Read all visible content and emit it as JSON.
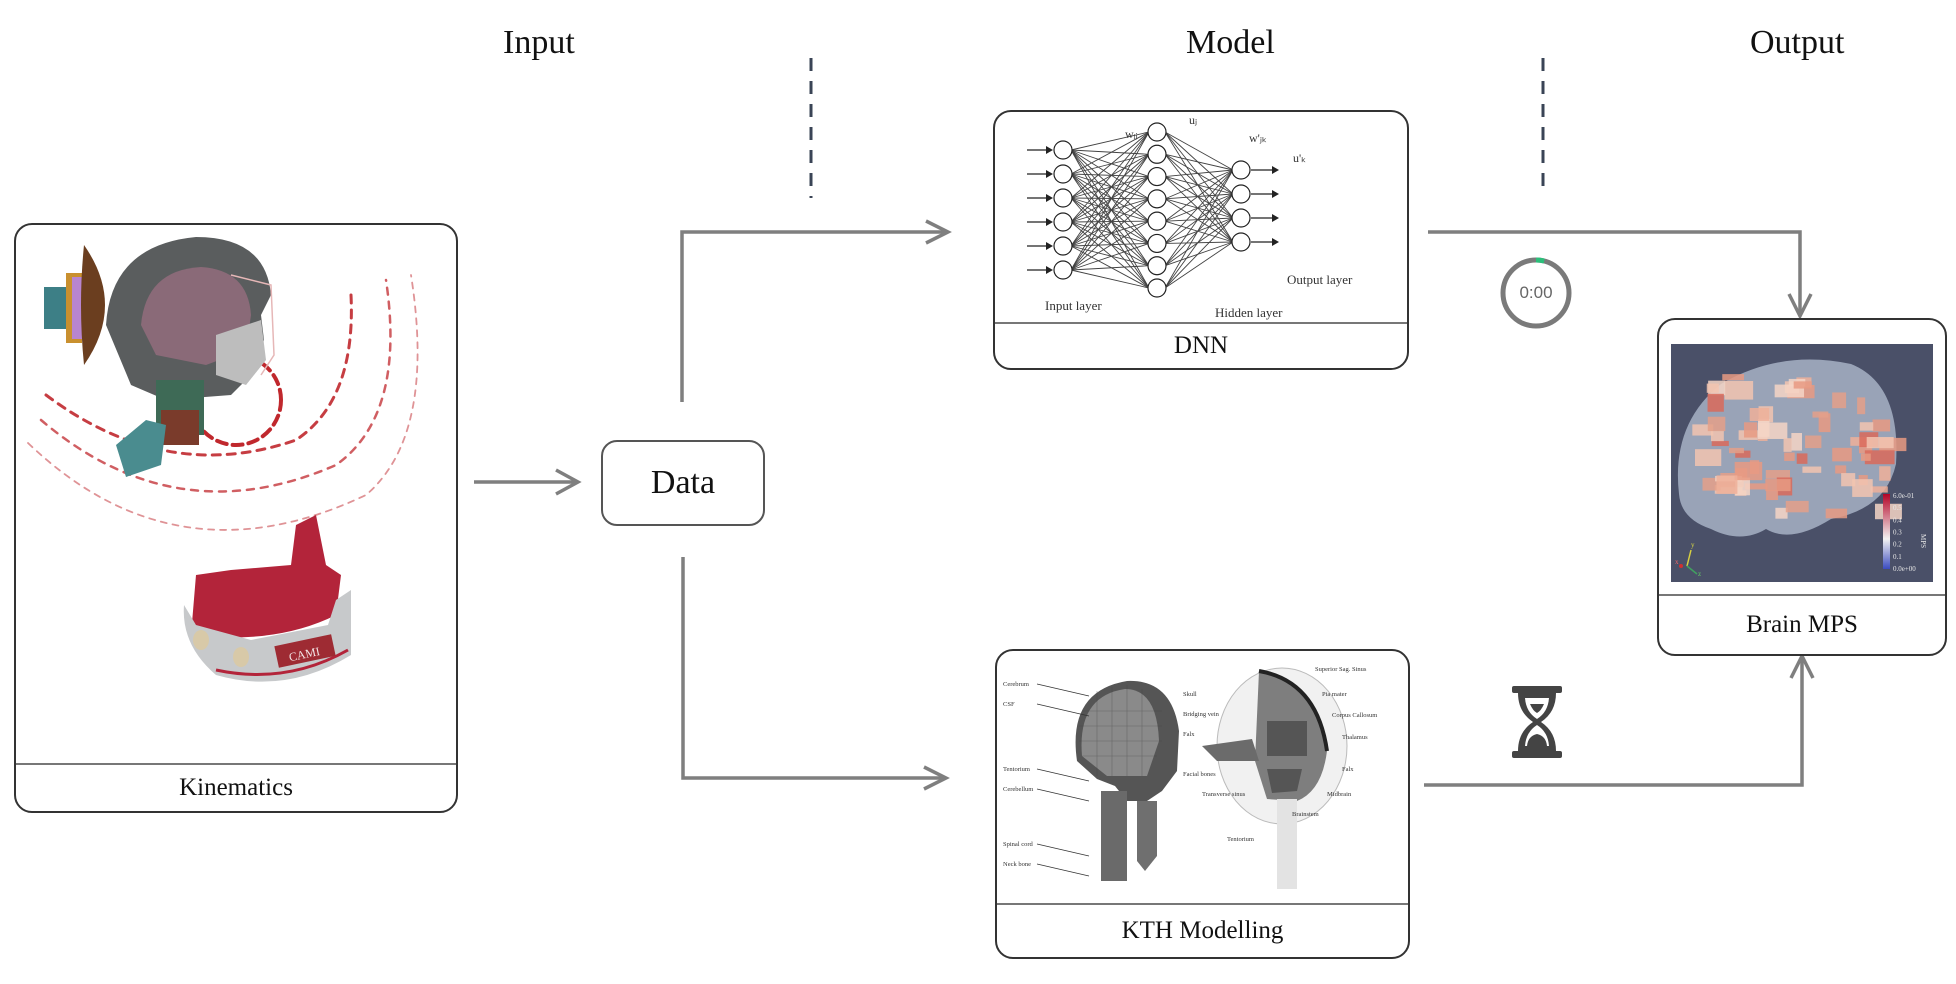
{
  "stages": {
    "input": "Input",
    "model": "Model",
    "output": "Output"
  },
  "nodes": {
    "kinematics": {
      "caption": "Kinematics",
      "mouthguard_brand": "CAMI"
    },
    "data": {
      "label": "Data"
    },
    "dnn": {
      "caption": "DNN",
      "figure": {
        "input_layer_label": "Input layer",
        "hidden_layer_label": "Hidden layer",
        "output_layer_label": "Output layer",
        "weight_in_label": "wᵢⱼ",
        "weight_out_label": "w'ⱼₖ",
        "hidden_unit_label": "uⱼ",
        "output_unit_label": "u'ₖ",
        "input_nodes": 6,
        "hidden_nodes": 8,
        "output_nodes": 4
      }
    },
    "kth": {
      "caption": "KTH Modelling",
      "left_labels": [
        "Cerebrum",
        "CSF",
        "Tentorium",
        "Cerebellum",
        "Spinal cord",
        "Neck bone"
      ],
      "middle_labels": [
        "Skull",
        "Bridging vein",
        "Falx",
        "Facial bones"
      ],
      "right_labels": [
        "Superior Sag. Sinus",
        "Pia mater",
        "Corpus Callosum",
        "Thalamus",
        "Falx",
        "Midbrain",
        "Brainstem",
        "Tentorium",
        "Transverse sinus"
      ]
    },
    "brain_mps": {
      "caption": "Brain MPS",
      "colorbar": {
        "title": "MPS",
        "ticks": [
          "6.0e-01",
          "0.5",
          "0.4",
          "0.3",
          "0.2",
          "0.1",
          "0.0e+00"
        ],
        "min_color": "#3b4cc0",
        "mid_color": "#f2f2f2",
        "max_color": "#b40426"
      },
      "axes": [
        "x",
        "y",
        "z"
      ],
      "background": "#4a5068"
    }
  },
  "indicators": {
    "timer": {
      "text": "0:00",
      "progress": 0.04,
      "ring_color": "#7a7a7a",
      "progress_color": "#2bbf7a"
    },
    "hourglass": {
      "icon": "hourglass-icon"
    }
  },
  "colors": {
    "arrow": "#7f7f7f",
    "divider": "#3a4456",
    "wave": "#c0282d"
  }
}
